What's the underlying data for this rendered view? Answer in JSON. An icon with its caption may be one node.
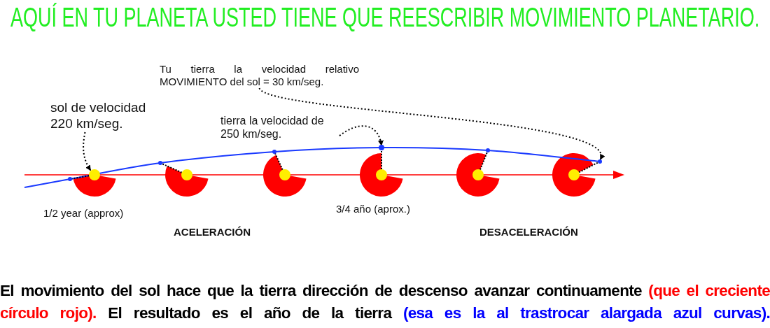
{
  "diagram": {
    "title": "AQUÍ EN TU PLANETA USTED TIENE QUE REESCRIBIR MOVIMIENTO PLANETARIO.",
    "nodes": [
      {
        "text": [
          "sol de velocidad 220 km/seg."
        ]
      },
      {
        "text": [],
        "shape": "circle"
      },
      {
        "text": [
          "tierra la velocidad de 250 km/seg."
        ]
      },
      {
        "text": [],
        "shape": "circle"
      },
      {
        "text": [
          "Tu tierra la velocidad relativo MOVIMIENTO del sol = 30 km/seg."
        ]
      },
      {
        "text": [],
        "shape": "circle"
      }
    ],
    "edges": [
      {
        "from": 0,
        "to": 1,
        "arrow": "to",
        "style": "dashed"
      },
      {
        "from": 2,
        "to": 3,
        "arrow": "to",
        "style": "dashed"
      },
      {
        "from": 4,
        "to": 5,
        "arrow": "to",
        "style": "dashed"
      }
    ],
    "labels": [
      "1/2 year (approx)",
      "3/4 año (aprox.)",
      "ACELERACIÓN",
      "DESACELERACIÓN",
      "El movimiento del sol hace que la tierra dirección de descenso avanzar continuamente",
      "(que el creciente círculo rojo).",
      "El resultado es el año de la tierra",
      "(esa es la al trastrocar alargada azul curvas)."
    ]
  }
}
